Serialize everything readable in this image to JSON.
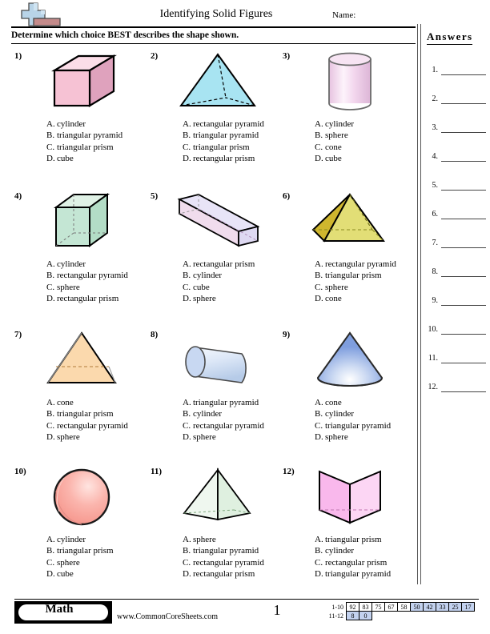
{
  "header": {
    "title": "Identifying Solid Figures",
    "name_label": "Name:",
    "logo_icon": "plus-block-logo"
  },
  "instructions": "Determine which choice BEST describes the shape shown.",
  "sidebar": {
    "title": "Answers",
    "rows": [
      "1.",
      "2.",
      "3.",
      "4.",
      "5.",
      "6.",
      "7.",
      "8.",
      "9.",
      "10.",
      "11.",
      "12."
    ]
  },
  "problems": [
    {
      "number": "1)",
      "shape": "cube",
      "color": "#f6c2d4",
      "choices": [
        {
          "letter": "A.",
          "text": "cylinder"
        },
        {
          "letter": "B.",
          "text": "triangular pyramid"
        },
        {
          "letter": "C.",
          "text": "triangular prism"
        },
        {
          "letter": "D.",
          "text": "cube"
        }
      ]
    },
    {
      "number": "2)",
      "shape": "triangular-pyramid",
      "color": "#a8e4f2",
      "choices": [
        {
          "letter": "A.",
          "text": "rectangular pyramid"
        },
        {
          "letter": "B.",
          "text": "triangular pyramid"
        },
        {
          "letter": "C.",
          "text": "triangular prism"
        },
        {
          "letter": "D.",
          "text": "rectangular prism"
        }
      ]
    },
    {
      "number": "3)",
      "shape": "cylinder-vertical",
      "color": "#f3d7ee",
      "choices": [
        {
          "letter": "A.",
          "text": "cylinder"
        },
        {
          "letter": "B.",
          "text": "sphere"
        },
        {
          "letter": "C.",
          "text": "cone"
        },
        {
          "letter": "D.",
          "text": "cube"
        }
      ]
    },
    {
      "number": "4)",
      "shape": "rectangular-prism-tall",
      "color": "#c4e6d4",
      "choices": [
        {
          "letter": "A.",
          "text": "cylinder"
        },
        {
          "letter": "B.",
          "text": "rectangular pyramid"
        },
        {
          "letter": "C.",
          "text": "sphere"
        },
        {
          "letter": "D.",
          "text": "rectangular prism"
        }
      ]
    },
    {
      "number": "5)",
      "shape": "rectangular-prism-long",
      "color": "#ded9f2",
      "choices": [
        {
          "letter": "A.",
          "text": "rectangular prism"
        },
        {
          "letter": "B.",
          "text": "cylinder"
        },
        {
          "letter": "C.",
          "text": "cube"
        },
        {
          "letter": "D.",
          "text": "sphere"
        }
      ]
    },
    {
      "number": "6)",
      "shape": "rectangular-pyramid",
      "color": "#e2de76",
      "choices": [
        {
          "letter": "A.",
          "text": "rectangular pyramid"
        },
        {
          "letter": "B.",
          "text": "triangular prism"
        },
        {
          "letter": "C.",
          "text": "sphere"
        },
        {
          "letter": "D.",
          "text": "cone"
        }
      ]
    },
    {
      "number": "7)",
      "shape": "triangular-pyramid-orange",
      "color": "#fbd9ad",
      "choices": [
        {
          "letter": "A.",
          "text": "cone"
        },
        {
          "letter": "B.",
          "text": "triangular prism"
        },
        {
          "letter": "C.",
          "text": "rectangular pyramid"
        },
        {
          "letter": "D.",
          "text": "sphere"
        }
      ]
    },
    {
      "number": "8)",
      "shape": "cylinder-horizontal",
      "color": "#c8d8f2",
      "choices": [
        {
          "letter": "A.",
          "text": "triangular pyramid"
        },
        {
          "letter": "B.",
          "text": "cylinder"
        },
        {
          "letter": "C.",
          "text": "rectangular pyramid"
        },
        {
          "letter": "D.",
          "text": "sphere"
        }
      ]
    },
    {
      "number": "9)",
      "shape": "cone",
      "color": "#7f9ede",
      "choices": [
        {
          "letter": "A.",
          "text": "cone"
        },
        {
          "letter": "B.",
          "text": "cylinder"
        },
        {
          "letter": "C.",
          "text": "triangular pyramid"
        },
        {
          "letter": "D.",
          "text": "sphere"
        }
      ]
    },
    {
      "number": "10)",
      "shape": "sphere",
      "color": "#f9a8a0",
      "choices": [
        {
          "letter": "A.",
          "text": "cylinder"
        },
        {
          "letter": "B.",
          "text": "triangular prism"
        },
        {
          "letter": "C.",
          "text": "sphere"
        },
        {
          "letter": "D.",
          "text": "cube"
        }
      ]
    },
    {
      "number": "11)",
      "shape": "rectangular-pyramid-green",
      "color": "#e2f2e2",
      "choices": [
        {
          "letter": "A.",
          "text": "sphere"
        },
        {
          "letter": "B.",
          "text": "triangular pyramid"
        },
        {
          "letter": "C.",
          "text": "rectangular pyramid"
        },
        {
          "letter": "D.",
          "text": "rectangular prism"
        }
      ]
    },
    {
      "number": "12)",
      "shape": "triangular-prism",
      "color": "#f9b8ec",
      "choices": [
        {
          "letter": "A.",
          "text": "triangular prism"
        },
        {
          "letter": "B.",
          "text": "cylinder"
        },
        {
          "letter": "C.",
          "text": "rectangular prism"
        },
        {
          "letter": "D.",
          "text": "triangular pyramid"
        }
      ]
    }
  ],
  "footer": {
    "subject_label": "Math",
    "website": "www.CommonCoreSheets.com",
    "page_number": "1",
    "score_table": {
      "row1_label": "1-10",
      "row1_values": [
        "92",
        "83",
        "75",
        "67",
        "58",
        "50",
        "42",
        "33",
        "25",
        "17"
      ],
      "row1_highlighted": [
        false,
        false,
        false,
        false,
        false,
        true,
        true,
        true,
        true,
        true
      ],
      "row2_label": "11-12",
      "row2_values": [
        "8",
        "0"
      ],
      "row2_highlighted": [
        true,
        true
      ]
    },
    "highlight_color": "#c3d2ef"
  }
}
